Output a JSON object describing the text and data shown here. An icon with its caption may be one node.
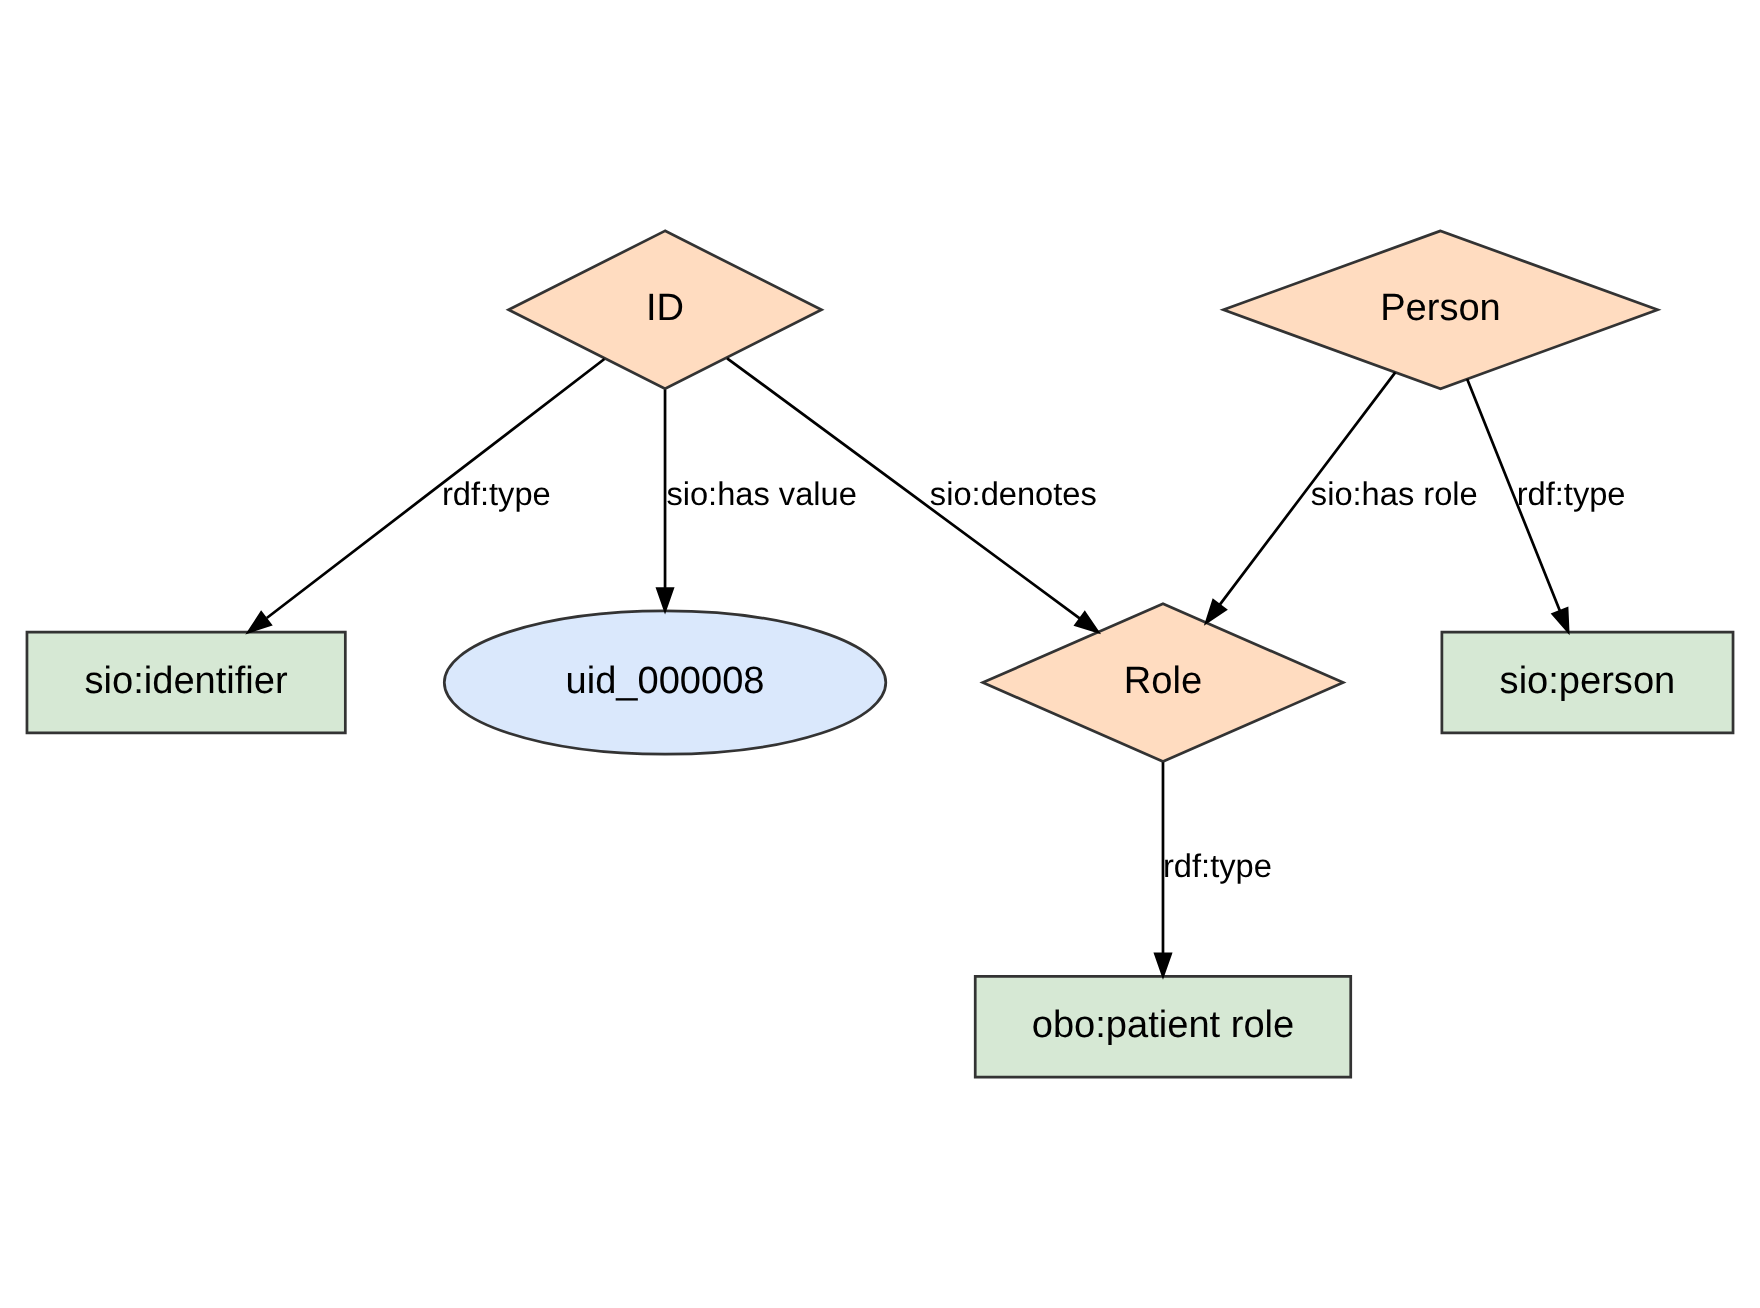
{
  "diagram": {
    "nodes": [
      {
        "text": [
          "ID"
        ]
      },
      {
        "text": [
          "Person"
        ]
      },
      {
        "text": [
          "sio:identifier"
        ]
      },
      {
        "text": [
          "uid_000008"
        ]
      },
      {
        "text": [
          "Role"
        ]
      },
      {
        "text": [
          "sio:person"
        ]
      },
      {
        "text": [
          "obo:patient role"
        ]
      }
    ],
    "edges": [
      {
        "from": 0,
        "to": 2,
        "arrow": "to",
        "label": "rdf:type"
      },
      {
        "from": 0,
        "to": 3,
        "arrow": "to",
        "label": "sio:has value"
      },
      {
        "from": 0,
        "to": 4,
        "arrow": "to",
        "label": "sio:denotes"
      },
      {
        "from": 1,
        "to": 4,
        "arrow": "to",
        "label": "sio:has role"
      },
      {
        "from": 1,
        "to": 5,
        "arrow": "to",
        "label": "rdf:type"
      },
      {
        "from": 4,
        "to": 6,
        "arrow": "to",
        "label": "rdf:type"
      }
    ]
  }
}
